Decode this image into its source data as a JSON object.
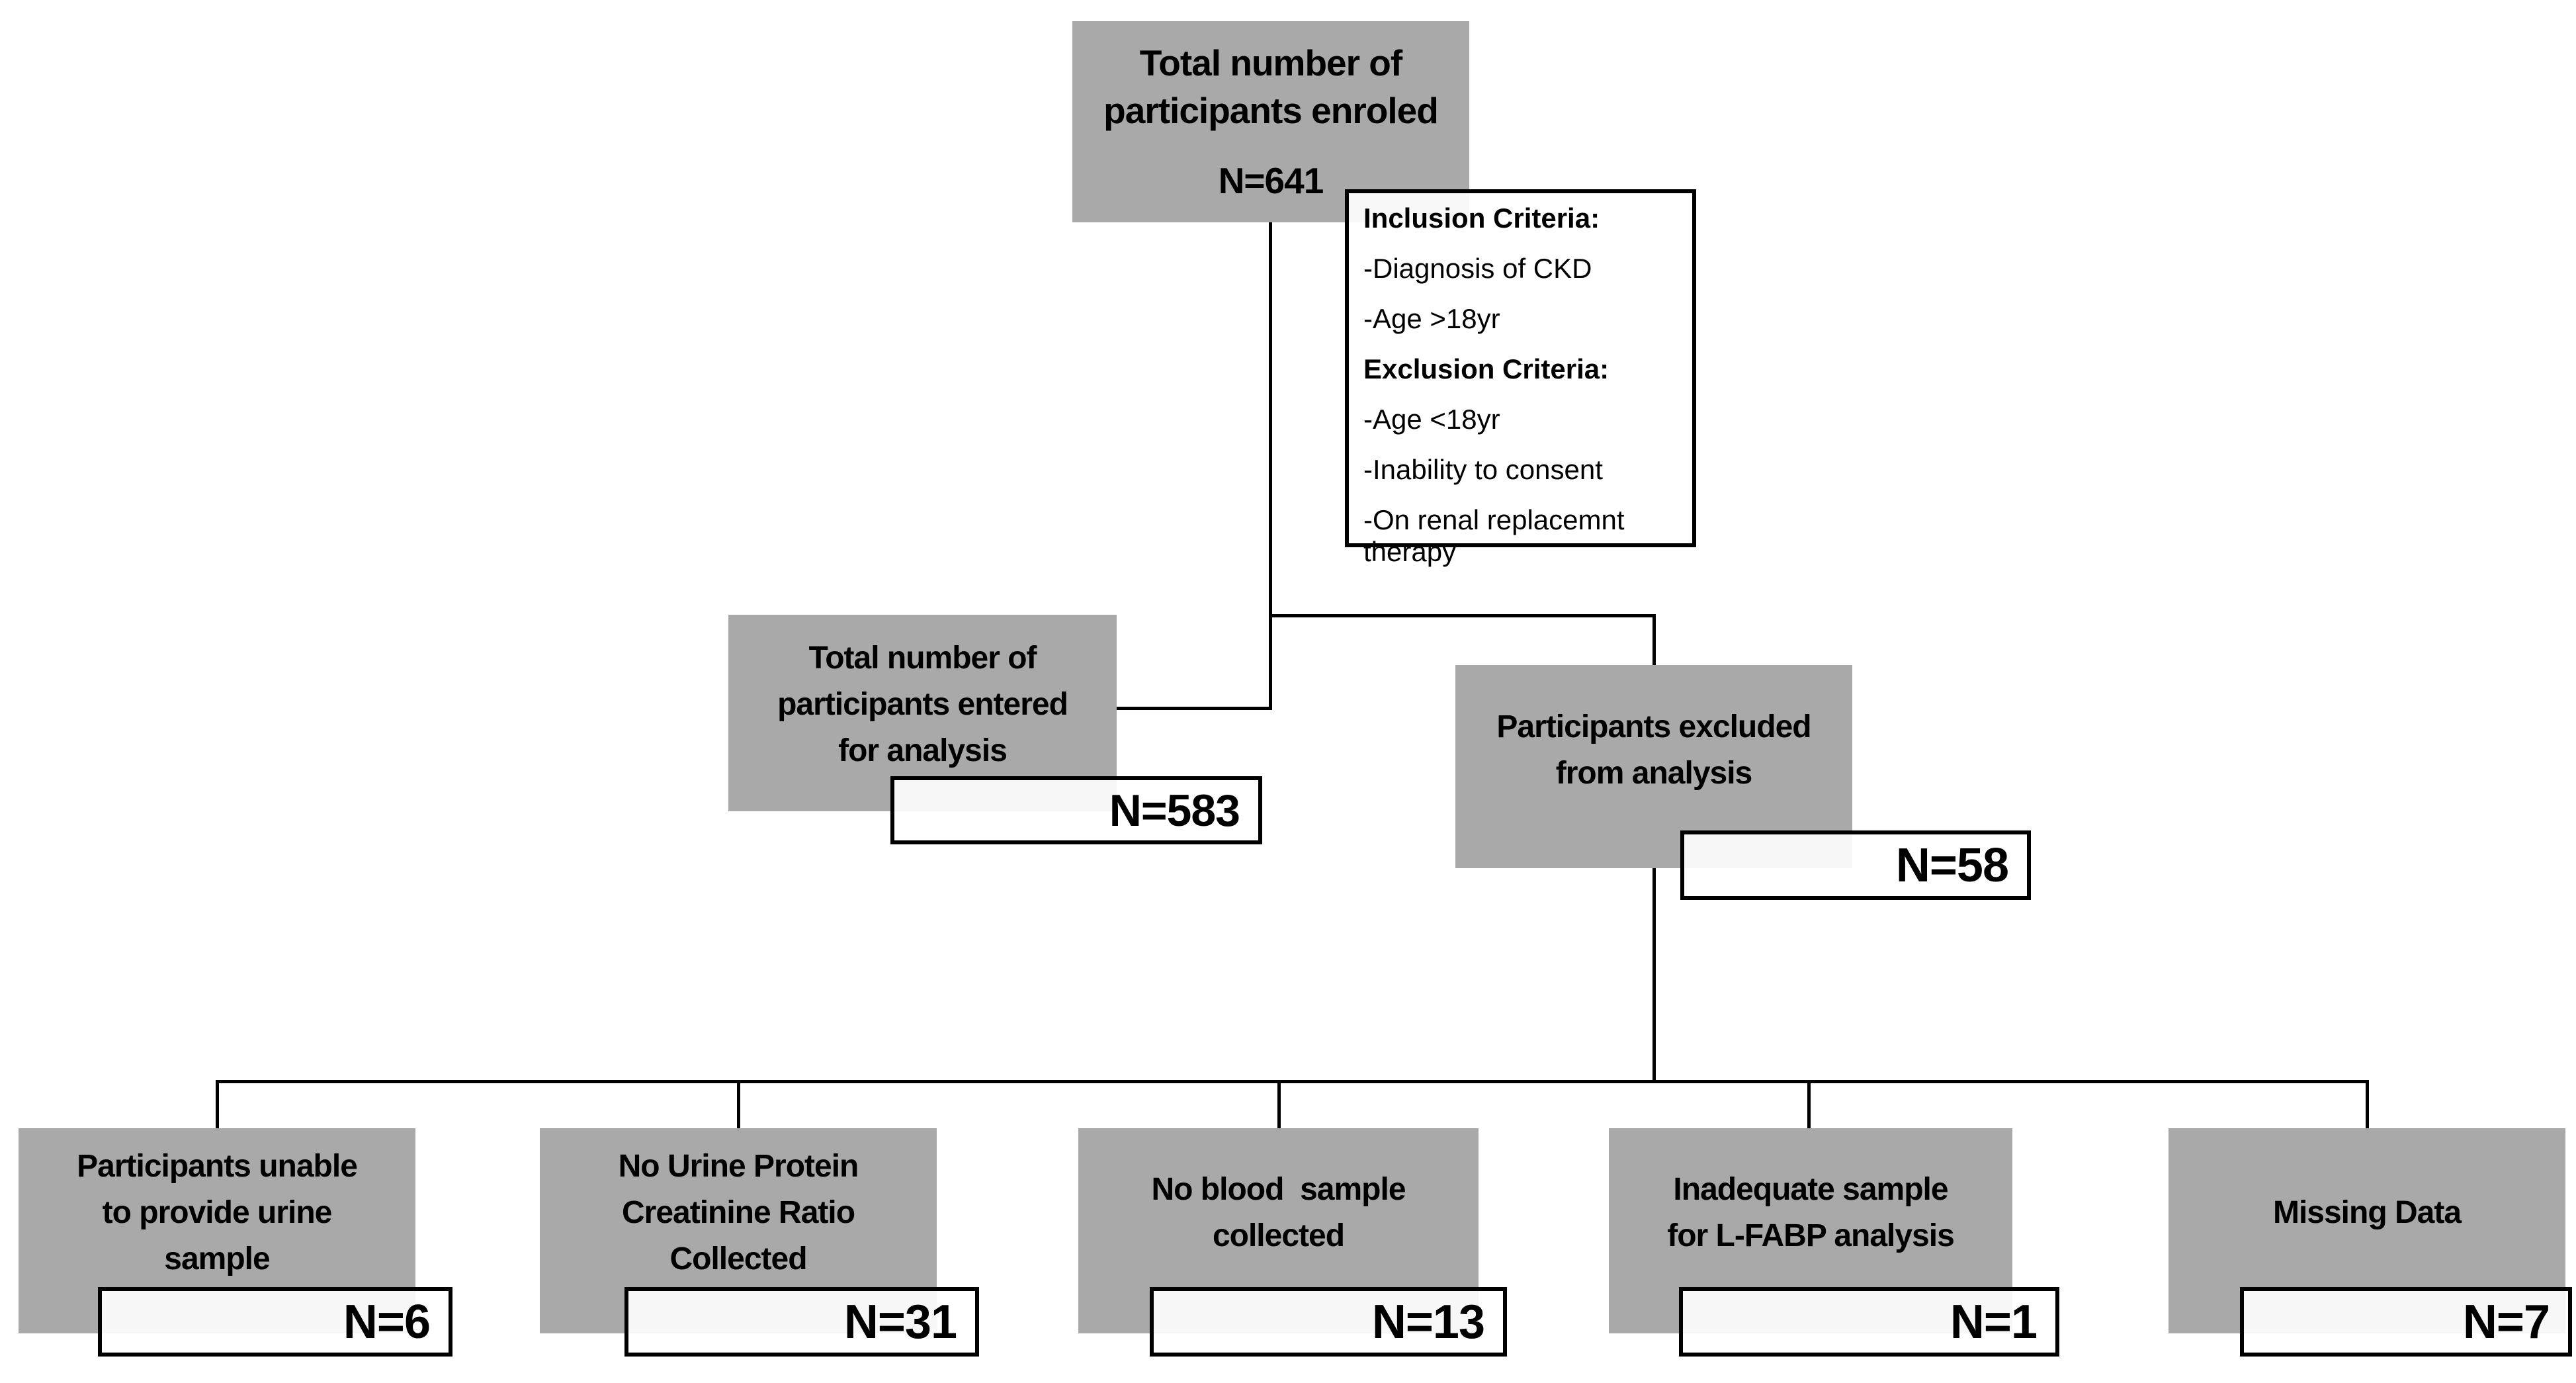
{
  "colors": {
    "box_gray": "#a9a9a9",
    "line_black": "#000000",
    "count_box_fill": "rgba(255,255,255,0.9)"
  },
  "top_box": {
    "lines": [
      "Total number of",
      "participants enroled"
    ],
    "n": "N=641"
  },
  "criteria_box": {
    "inclusion_header": "Inclusion Criteria:",
    "inclusion_items": [
      "-Diagnosis of CKD",
      "-Age >18yr"
    ],
    "exclusion_header": "Exclusion Criteria:",
    "exclusion_items": [
      "-Age <18yr",
      "-Inability to consent",
      "-On renal replacemnt therapy"
    ]
  },
  "analysis_box": {
    "lines": [
      "Total number of",
      "participants entered",
      "for analysis"
    ],
    "n": "N=583"
  },
  "excluded_box": {
    "lines": [
      "Participants excluded",
      "from analysis"
    ],
    "n": "N=58"
  },
  "reasons": [
    {
      "lines": [
        "Participants unable",
        "to provide urine",
        "sample"
      ],
      "n": "N=6"
    },
    {
      "lines": [
        "No Urine Protein",
        "Creatinine Ratio",
        "Collected"
      ],
      "n": "N=31"
    },
    {
      "lines": [
        "No blood  sample",
        "collected"
      ],
      "n": "N=13"
    },
    {
      "lines": [
        "Inadequate sample",
        "for L-FABP analysis"
      ],
      "n": "N=1"
    },
    {
      "lines": [
        "Missing Data"
      ],
      "n": "N=7"
    }
  ]
}
